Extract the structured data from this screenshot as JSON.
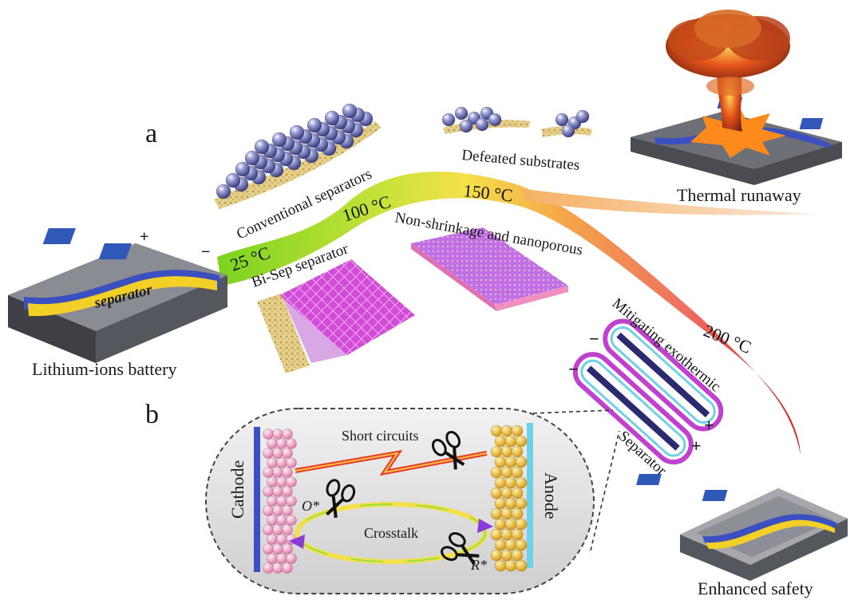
{
  "panels": {
    "a": "a",
    "b": "b"
  },
  "labels": {
    "lithium_battery": "Lithium-ions battery",
    "battery_separator": "separator",
    "plus": "+",
    "minus": "−",
    "conventional_separators": "Conventional separators",
    "defeated_substrates": "Defeated substrates",
    "thermal_runaway": "Thermal runaway",
    "bisep_separator": "Bi-Sep separator",
    "non_shrinkage": "Non-shrinkage and nanoporous",
    "mitigating_exothermic": "Mitigating exothermic",
    "separator": "Separator",
    "enhanced_safety": "Enhanced safety",
    "short_circuits": "Short circuits",
    "crosstalk": "Crosstalk",
    "cathode": "Cathode",
    "anode": "Anode",
    "o_radical": "O*",
    "r_radical": "R*"
  },
  "temperatures": {
    "t25": "25 °C",
    "t100": "100 °C",
    "t150": "150 °C",
    "t200": "200 °C"
  },
  "colors": {
    "path_green": "#7ed321",
    "path_yellow": "#f5e04a",
    "path_orange": "#f5a44a",
    "path_red": "#e0333a",
    "magenta": "#d040d8",
    "sphere": "#6a6fb0",
    "cathode": "#f2a8c8",
    "anode": "#f0b820",
    "battery_gray": "#6b6d74"
  }
}
